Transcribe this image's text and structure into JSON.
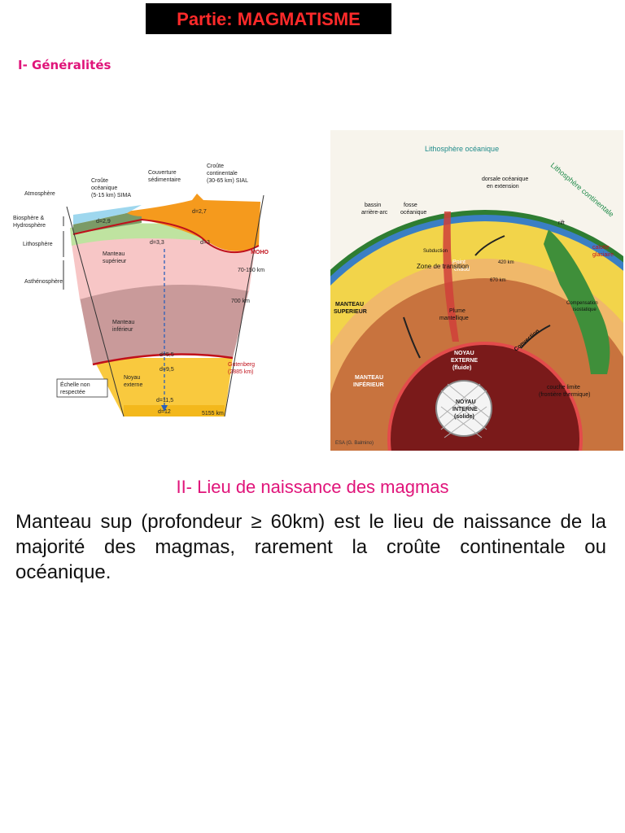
{
  "header": {
    "title": "Partie: MAGMATISME"
  },
  "section1": {
    "heading": "I- Généralités"
  },
  "figure_left": {
    "labels": {
      "atmosphere": "Atmosphère",
      "croute_oceanique": [
        "Croûte",
        "océanique",
        "(5-15 km) SIMA"
      ],
      "couverture": [
        "Couverture",
        "sédimentaire"
      ],
      "croute_continentale": [
        "Croûte",
        "continentale",
        "(30-65 km) SIAL"
      ],
      "biosphere": [
        "Biosphère &",
        "Hydrosphère"
      ],
      "lithosphere": "Lithosphère",
      "asthenosphere": "Asthénosphère",
      "manteau_sup": [
        "Manteau",
        "supérieur"
      ],
      "manteau_inf": [
        "Manteau",
        "inférieur"
      ],
      "noyau_ext": [
        "Noyau",
        "externe"
      ],
      "moho": "MOHO",
      "d70": "70-150 km",
      "d700": "700 km",
      "gutenberg": [
        "Gutenberg",
        "(2885 km)"
      ],
      "d5155": "5155 km",
      "echelle": [
        "Échelle non",
        "respectée"
      ],
      "d27": "d=2,7",
      "d29": "d=2,9",
      "d3": "d=3",
      "d33": "d=3,3",
      "d55": "d=5,5",
      "d95": "d=9,5",
      "d115": "d=11,5",
      "d12": "d=12"
    }
  },
  "figure_right": {
    "labels": {
      "litho_oce": "Lithosphère océanique",
      "litho_cont": "Lithosphère continentale",
      "dorsale": [
        "dorsale océanique",
        "en extension"
      ],
      "bassin": [
        "bassin",
        "arrière-arc"
      ],
      "fosse": [
        "fosse",
        "océanique"
      ],
      "rift": "rift",
      "point_chaud": [
        "Point",
        "chaud"
      ],
      "subduction": "Subduction",
      "zone_transition": "Zone de transition",
      "km420": "420 km",
      "km670": "670 km",
      "calotte": [
        "calotte",
        "glaciaire"
      ],
      "manteau_sup": [
        "MANTEAU",
        "SUPERIEUR"
      ],
      "plume": [
        "Plume",
        "mantellique"
      ],
      "compensation": [
        "Compensation",
        "isostatique"
      ],
      "manteau_inf": [
        "MANTEAU",
        "INFÉRIEUR"
      ],
      "noyau_ext": [
        "NOYAU",
        "EXTERNE",
        "(fluide)"
      ],
      "convection": "Convection",
      "couche_limite": [
        "couche limite",
        "(frontière thermique)"
      ],
      "noyau_int": [
        "NOYAU",
        "INTERNE",
        "(solide)"
      ],
      "credit": "ESA (G. Balmino)"
    }
  },
  "section2": {
    "heading": "II- Lieu de naissance des magmas",
    "paragraph": "Manteau sup (profondeur ≥ 60km) est le lieu de naissance de la majorité des magmas, rarement la croûte continentale ou océanique."
  }
}
